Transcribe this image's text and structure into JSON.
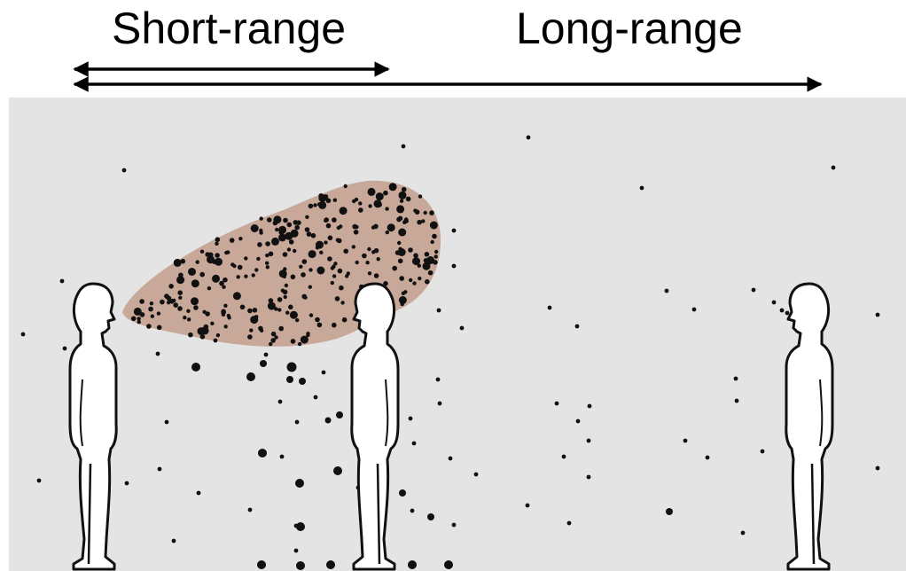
{
  "labels": {
    "short_range": "Short-range",
    "long_range": "Long-range"
  },
  "colors": {
    "background": "#e4e4e4",
    "cloud": "#c8a898",
    "particle": "#111111",
    "figure_fill": "#ffffff",
    "figure_stroke": "#111111",
    "arrow": "#000000"
  },
  "figures": [
    "person-left",
    "person-middle",
    "person-right"
  ]
}
